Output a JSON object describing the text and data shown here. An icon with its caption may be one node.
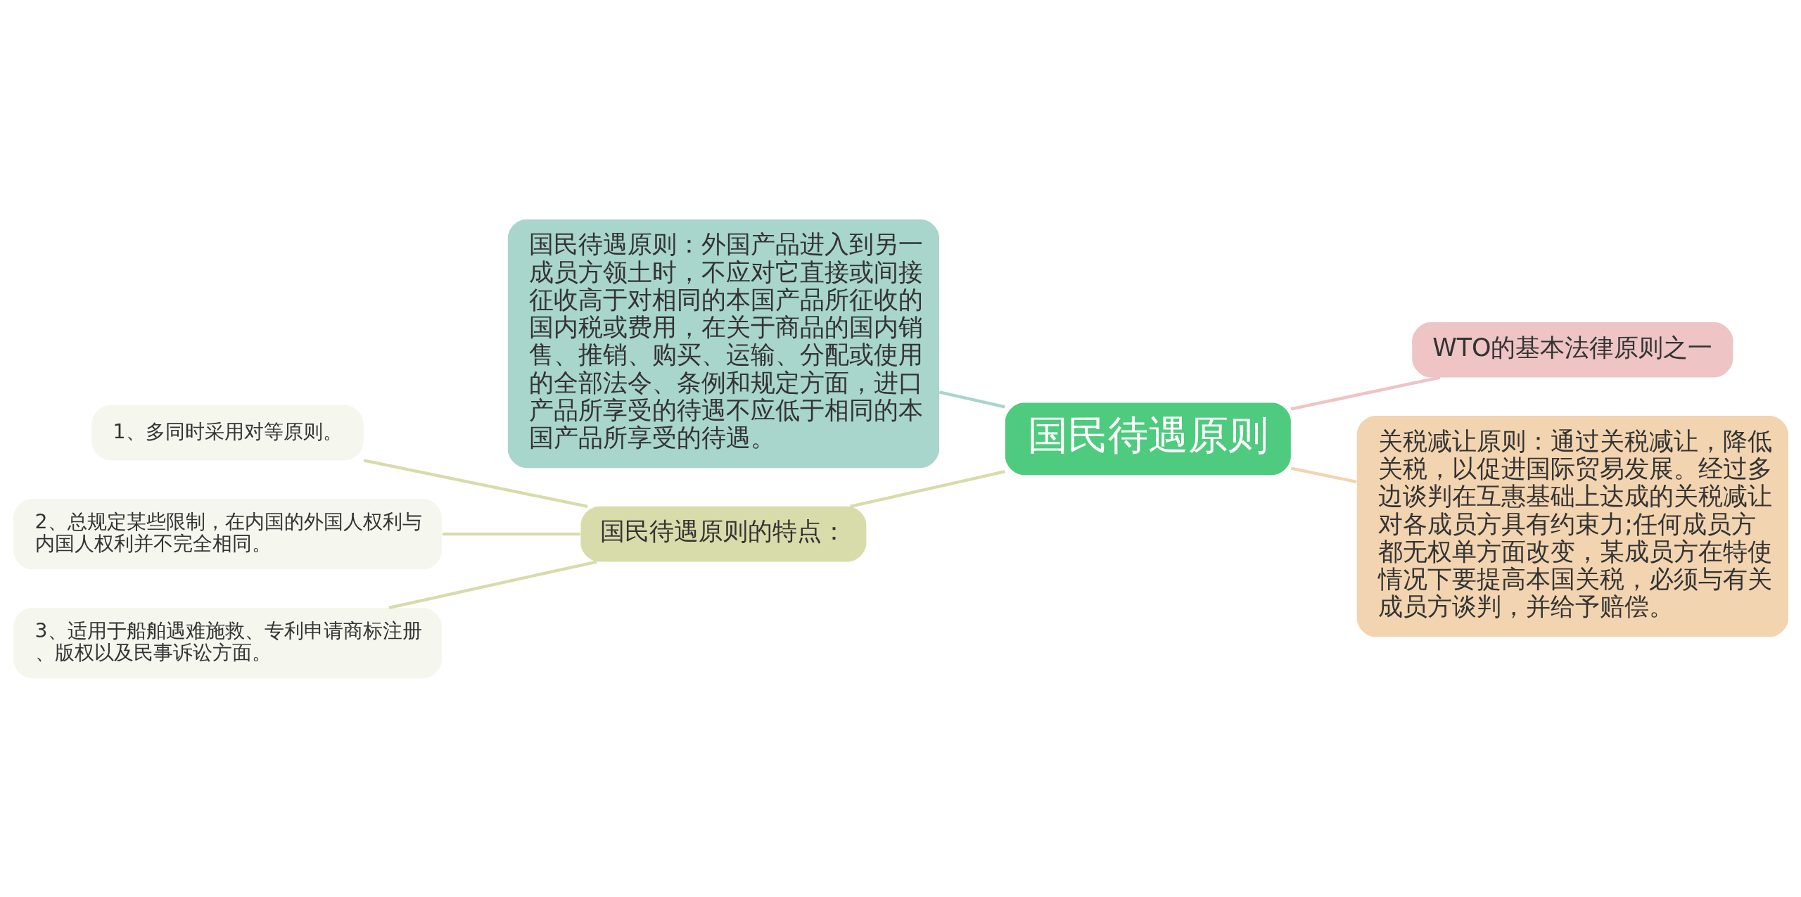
{
  "diagram": {
    "nodes": [
      {
        "text": [
          "国民待遇原则"
        ]
      },
      {
        "text": [
          "国民待遇原则：外国产品进入到另一成员方领土时，不应对它直接或间接征收高于对相同的本国产品所征收的国内税或费用，在关于商品的国内销售、推销、购买、运输、分配或使用的全部法令、条例和规定方面，进口产品所享受的待遇不应低于相同的本国产品所享受的待遇。"
        ]
      },
      {
        "text": [
          "国民待遇原则的特点："
        ]
      },
      {
        "text": [
          "1、多同时采用对等原则。"
        ]
      },
      {
        "text": [
          "2、总规定某些限制，在内国的外国人权利与内国人权利并不完全相同。"
        ]
      },
      {
        "text": [
          "3、适用于船舶遇难施救、专利申请商标注册、版权以及民事诉讼方面。"
        ]
      },
      {
        "text": [
          "WTO的基本法律原则之一"
        ]
      },
      {
        "text": [
          "关税减让原则：通过关税减让，降低关税，以促进国际贸易发展。经过多边谈判在互惠基础上达成的关税减让对各成员方具有约束力;任何成员方都无权单方面改变，某成员方在特使情况下要提高本国关税，必须与有关成员方谈判，并给予赔偿。"
        ]
      }
    ],
    "edges": [
      {
        "from": 1,
        "to": 0,
        "arrow": "none",
        "color": "#a8d5cc"
      },
      {
        "from": 2,
        "to": 0,
        "arrow": "none",
        "color": "#d8dcaa"
      },
      {
        "from": 3,
        "to": 2,
        "arrow": "none",
        "color": "#d8dcaa"
      },
      {
        "from": 4,
        "to": 2,
        "arrow": "none",
        "color": "#d8dcaa"
      },
      {
        "from": 5,
        "to": 2,
        "arrow": "none",
        "color": "#d8dcaa"
      },
      {
        "from": 0,
        "to": 6,
        "arrow": "none",
        "color": "#eec4c4"
      },
      {
        "from": 0,
        "to": 7,
        "arrow": "none",
        "color": "#f2d4b0"
      }
    ]
  }
}
